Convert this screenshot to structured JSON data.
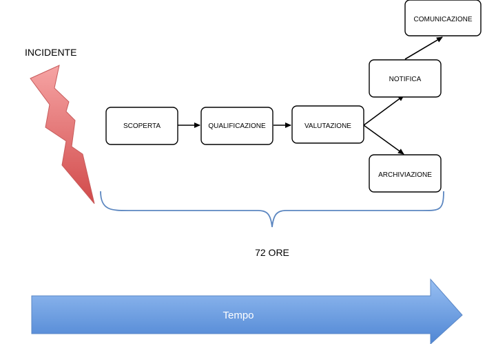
{
  "incident": {
    "label": "INCIDENTE"
  },
  "steps": {
    "scoperta": "SCOPERTA",
    "qualificazione": "QUALIFICAZIONE",
    "valutazione": "VALUTAZIONE",
    "notifica": "NOTIFICA",
    "comunicazione": "COMUNICAZIONE",
    "archiviazione": "ARCHIVIAZIONE"
  },
  "duration": {
    "label": "72 ORE"
  },
  "timeline": {
    "label": "Tempo"
  },
  "colors": {
    "lightning": "#f07a7a",
    "timeline_arrow": "#6f9fe4",
    "brace": "#5b86c0",
    "box_stroke": "#000000"
  }
}
